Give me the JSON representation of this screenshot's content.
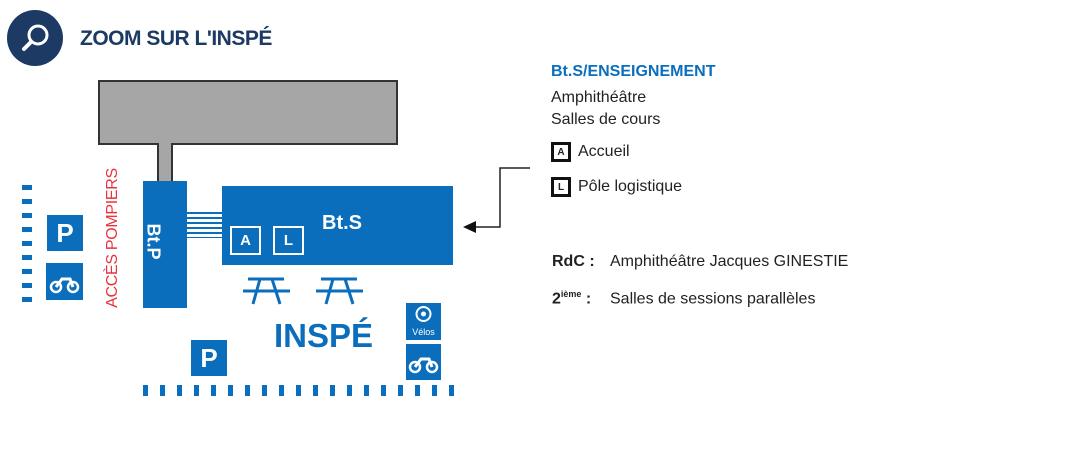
{
  "header": {
    "title": "ZOOM SUR L'INSPÉ",
    "icon": "magnifier-icon"
  },
  "map": {
    "building_p": "Bt.P",
    "building_s": "Bt.S",
    "accueil_marker": "A",
    "logistique_marker": "L",
    "fire_access": "ACCÈS POMPIERS",
    "site_name": "INSPÉ",
    "parking": "P",
    "velos": "Vélos"
  },
  "legend": {
    "title": "Bt.S/ENSEIGNEMENT",
    "lines": [
      "Amphithéâtre",
      "Salles de cours"
    ],
    "items": [
      {
        "key": "A",
        "label": "Accueil"
      },
      {
        "key": "L",
        "label": "Pôle logistique"
      }
    ],
    "floors": [
      {
        "level": "RdC :",
        "desc": "Amphithéâtre Jacques GINESTIE"
      },
      {
        "level": "2",
        "sup": "ième",
        "sep": " :",
        "desc": "Salles de sessions parallèles"
      }
    ]
  },
  "colors": {
    "blue": "#0a6ebd",
    "navy": "#1c3a63",
    "red": "#e8333d",
    "gray": "#a6a6a6"
  }
}
